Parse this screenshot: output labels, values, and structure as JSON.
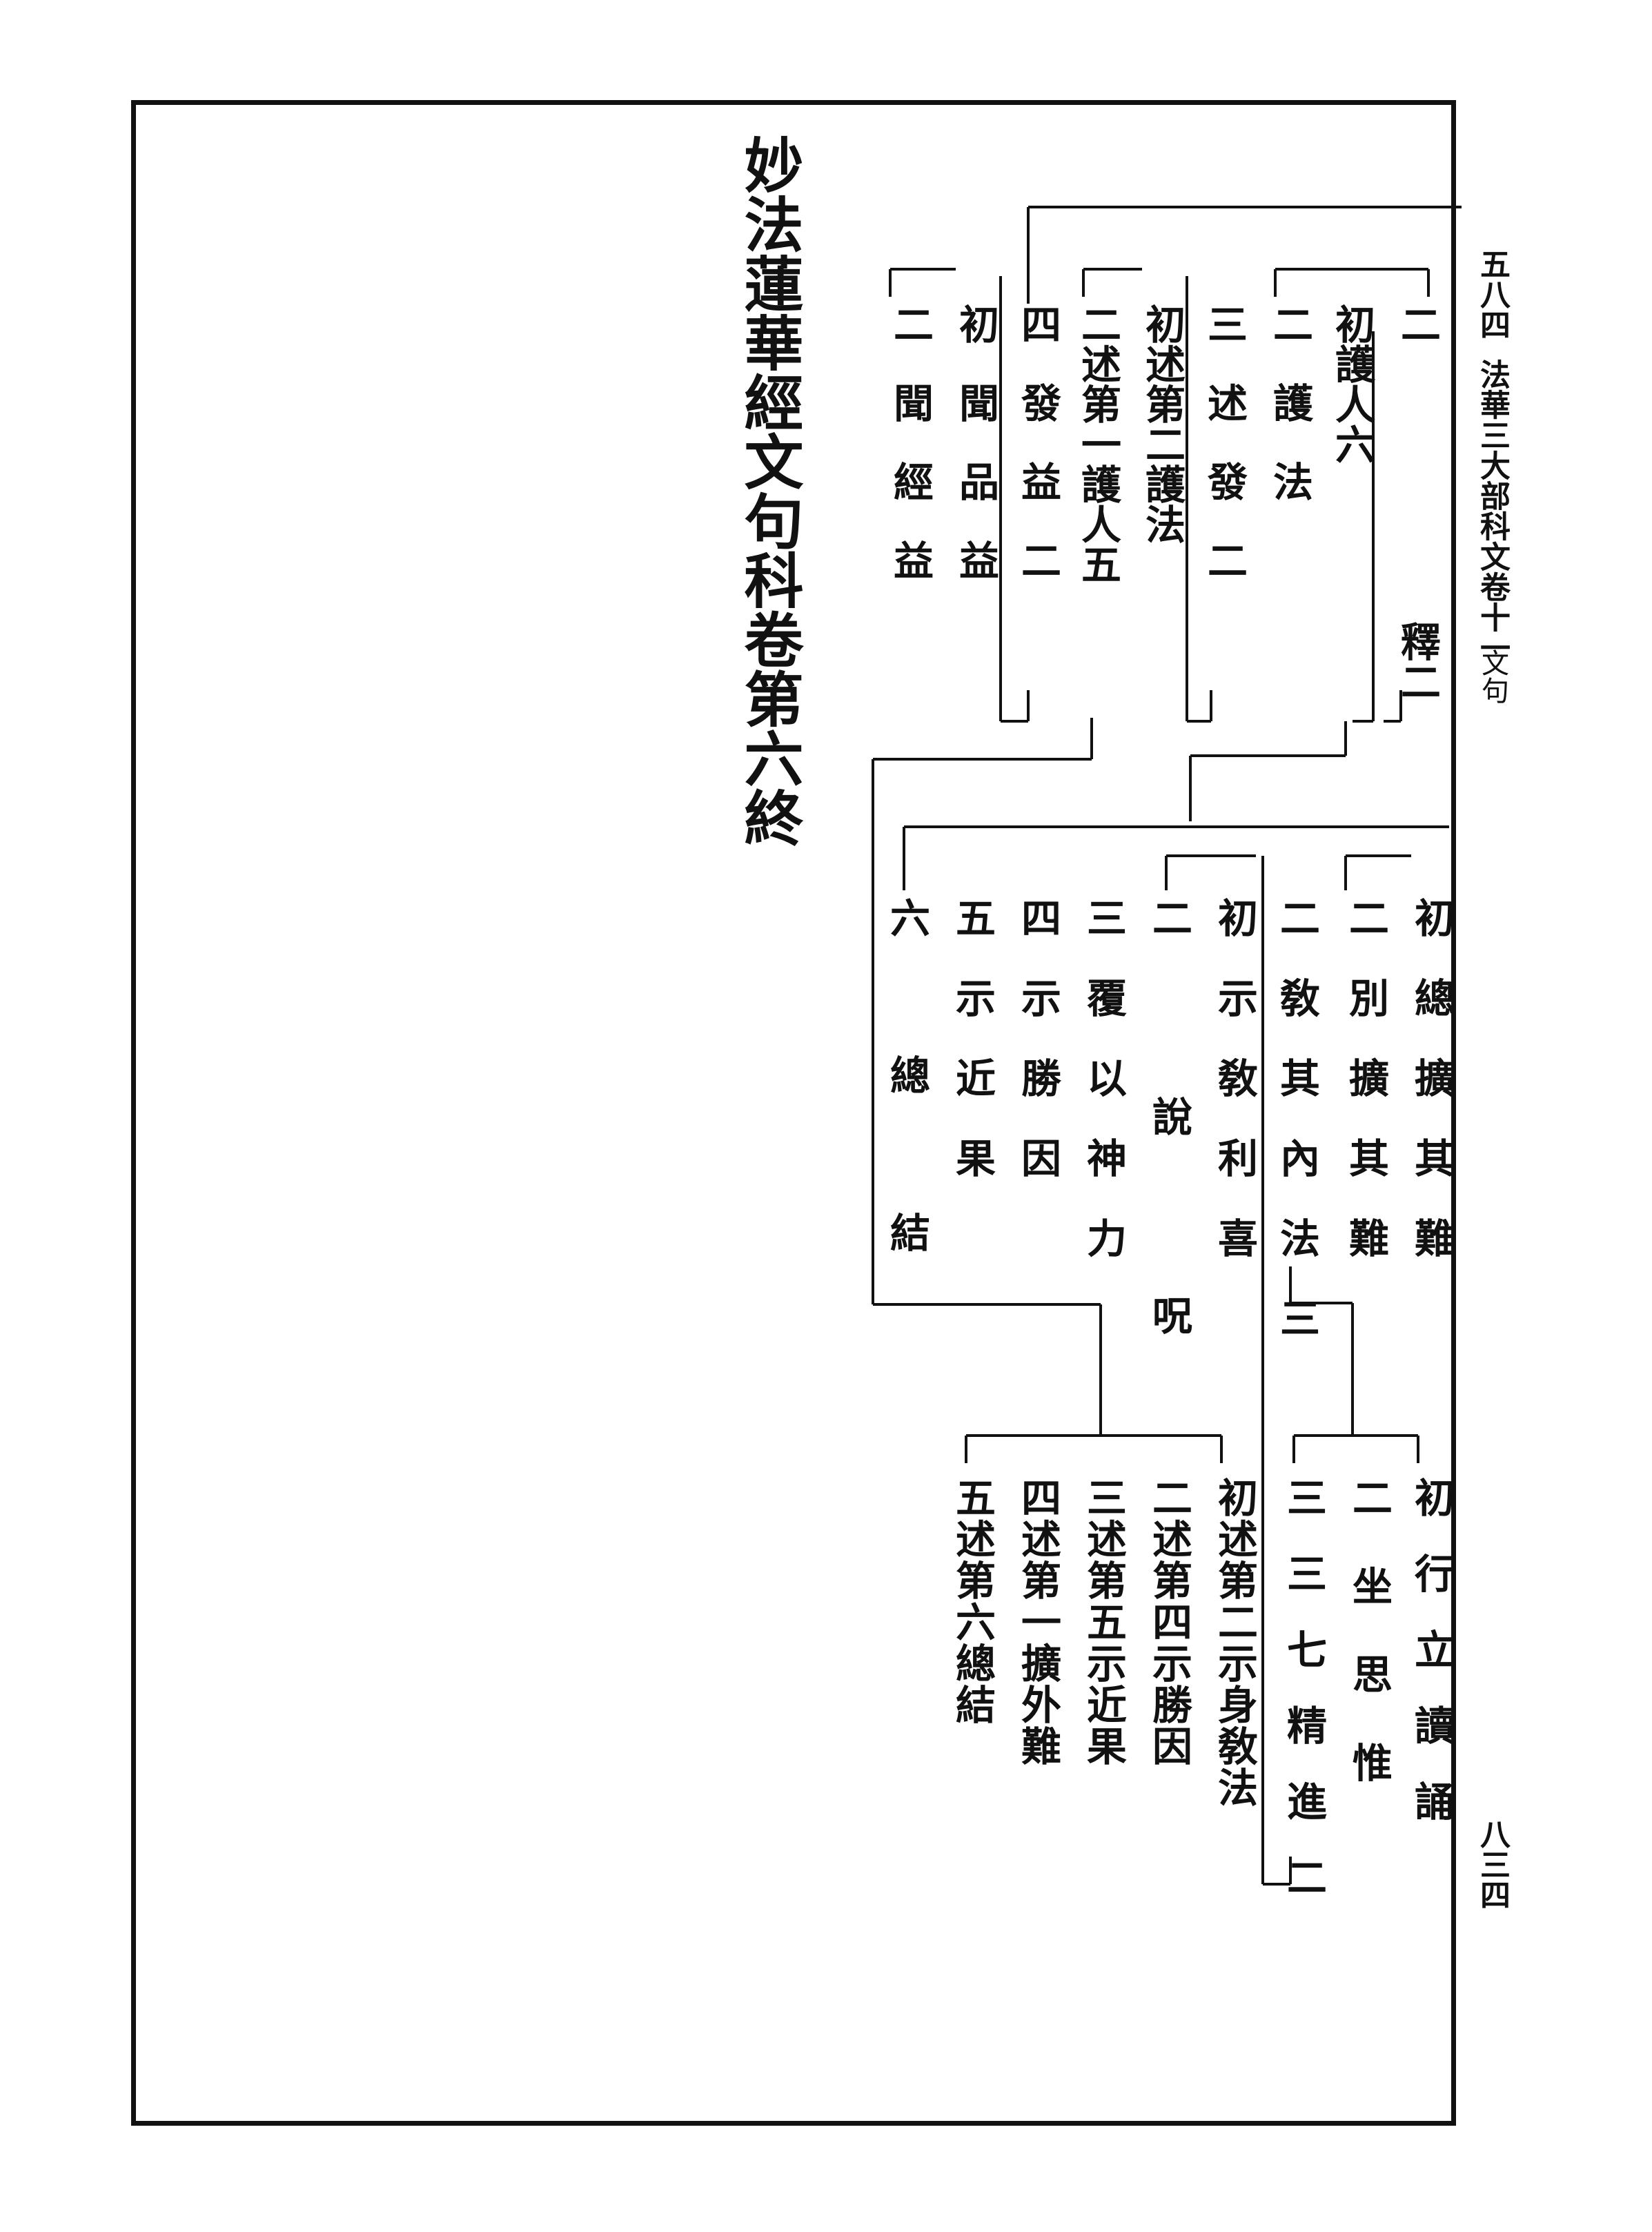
{
  "header": {
    "page_ref": "五八四",
    "running_title": "法華三大部科文卷十一",
    "running_sub": "文句",
    "folio": "八三四"
  },
  "title": "妙法蓮華經文句科卷第六終",
  "group1": {
    "c1": "二",
    "c1_tail": "釋二",
    "c2": "初護人六",
    "c3": "二護法",
    "c4": "三述發二",
    "c5": "初述第二護法",
    "c6": "二述第一護人五",
    "c7": "四發益二",
    "c8": "初聞品益",
    "c9": "二聞經益"
  },
  "group2": {
    "c1": "初總擴其難",
    "c2": "二別擴其難",
    "c3": "二敎其內法三",
    "c4": "初示敎利喜",
    "c5": "二說呪",
    "c6": "三覆以神力",
    "c7": "四示勝因",
    "c8": "五示近果",
    "c9": "六總結"
  },
  "group3": {
    "c1": "初行立讀誦",
    "c2": "二坐思惟",
    "c3": "三三七精進二"
  },
  "group4": {
    "c1": "初述第二示身敎法",
    "c2": "二述第四示勝因",
    "c3": "三述第五示近果",
    "c4": "四述第一擴外難",
    "c5": "五述第六總結"
  }
}
